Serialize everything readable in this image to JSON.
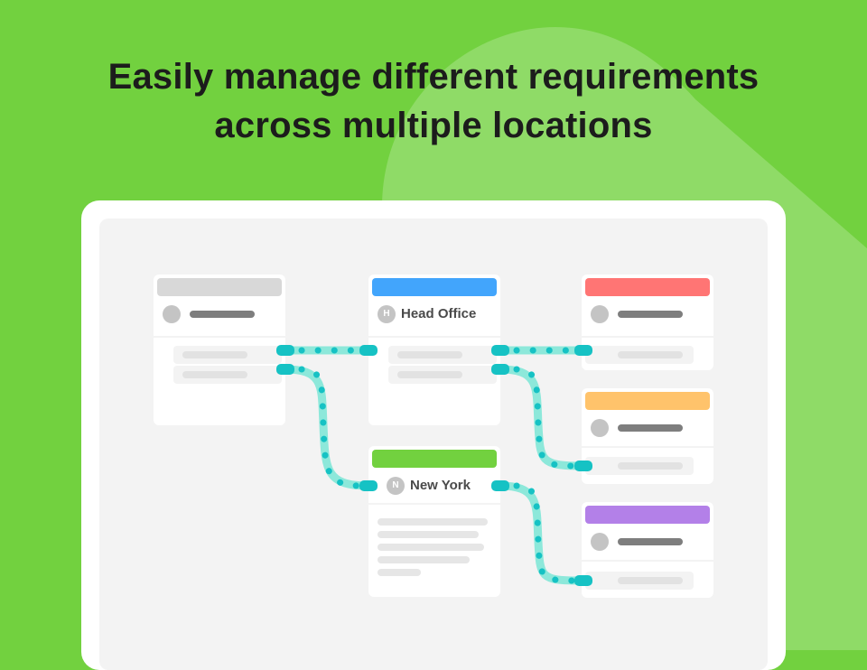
{
  "headline": {
    "line1": "Easily manage different requirements",
    "line2": "across multiple locations"
  },
  "colors": {
    "background": "#72d13f",
    "background_shape": "#8fdb67",
    "connector": "#16c2c4",
    "connector_track": "#8de8da",
    "header_blue": "#42a5fc",
    "header_green": "#72d13f",
    "header_red": "#ff7574",
    "header_orange": "#ffc36b",
    "header_purple": "#b380e8",
    "header_gray": "#d8d8d8"
  },
  "diagram": {
    "cards": [
      {
        "id": "source",
        "header_color": "#d8d8d8",
        "title": null,
        "avatar_letter": ""
      },
      {
        "id": "head-office",
        "header_color": "#42a5fc",
        "title": "Head Office",
        "avatar_letter": "H"
      },
      {
        "id": "new-york",
        "header_color": "#72d13f",
        "title": "New York",
        "avatar_letter": "N"
      },
      {
        "id": "target-red",
        "header_color": "#ff7574",
        "title": null,
        "avatar_letter": ""
      },
      {
        "id": "target-orange",
        "header_color": "#ffc36b",
        "title": null,
        "avatar_letter": ""
      },
      {
        "id": "target-purple",
        "header_color": "#b380e8",
        "title": null,
        "avatar_letter": ""
      }
    ],
    "connections": [
      {
        "from": "source.row1",
        "to": "head-office"
      },
      {
        "from": "source.row2",
        "to": "new-york"
      },
      {
        "from": "head-office.row1",
        "to": "target-red"
      },
      {
        "from": "head-office.row2",
        "to": "target-orange"
      },
      {
        "from": "new-york",
        "to": "target-purple"
      }
    ]
  }
}
